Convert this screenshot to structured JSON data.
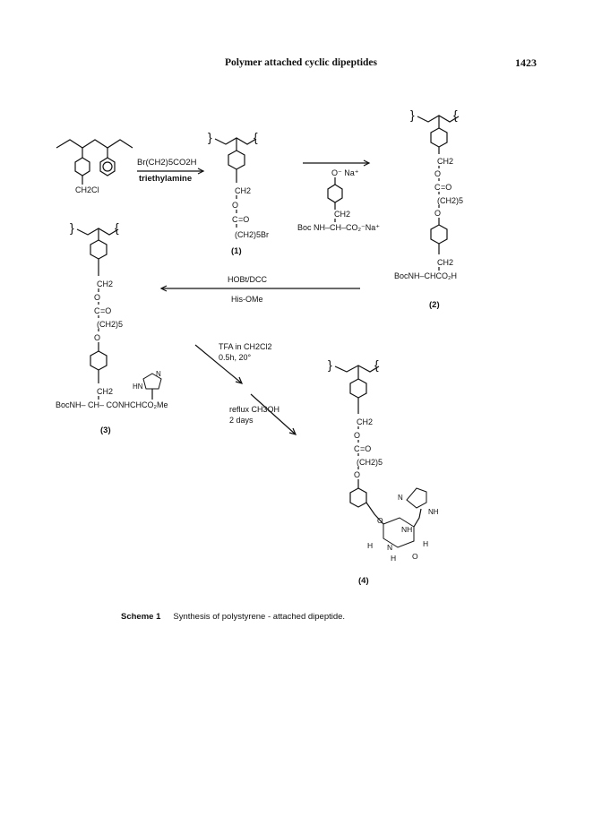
{
  "header": {
    "title": "Polymer attached cyclic dipeptides",
    "page_number": "1423"
  },
  "scheme": {
    "start_material": {
      "substituent": "CH2Cl"
    },
    "reagents_step1": {
      "acid": "Br(CH2)5CO2H",
      "base": "triethylamine"
    },
    "compound1": {
      "label": "(1)",
      "ch2": "CH2",
      "o": "O",
      "c": "C",
      "eq_o": "=O",
      "chain": "(CH2)5Br"
    },
    "reagent_step2": {
      "phenoxide": "O⁻ Na⁺",
      "ch2": "CH2",
      "boc_line": "Boc NH–CH–CO₂⁻Na⁺"
    },
    "compound2": {
      "label": "(2)",
      "ch2_top": "CH2",
      "o_top": "O",
      "c": "C",
      "eq_o": "=O",
      "chain": "(CH2)5",
      "o_bottom": "O",
      "ch2_bottom": "CH2",
      "boc_line": "BocNH–CHCO₂H"
    },
    "reagents_step3": {
      "top": "HOBt/DCC",
      "bottom": "His-OMe"
    },
    "compound3": {
      "label": "(3)",
      "ch2_top": "CH2",
      "o_top": "O",
      "c": "C",
      "eq_o": "=O",
      "chain": "(CH2)5",
      "o_bottom": "O",
      "ch2_bottom": "CH2",
      "boc_line": "BocNH– CH– CONHCHCO₂Me",
      "imid_n": "N",
      "imid_hn": "HN"
    },
    "reagents_step4": {
      "line1": "TFA in CH2Cl2",
      "line2": "0.5h, 20°"
    },
    "reagents_step5": {
      "line1": "reflux  CH3OH",
      "line2": "2 days"
    },
    "compound4": {
      "label": "(4)",
      "ch2": "CH2",
      "o_top": "O",
      "c": "C",
      "eq_o": "=O",
      "chain": "(CH2)5",
      "o_bottom": "O",
      "imid_n": "N",
      "imid_nh": "NH",
      "ring_o_top": "O",
      "ring_nh": "NH",
      "ring_n": "N",
      "ring_h": "H",
      "ring_h_left": "H",
      "ring_h_right": "H",
      "ring_o_bottom": "O"
    }
  },
  "caption": {
    "label": "Scheme 1",
    "text": "Synthesis of polystyrene - attached dipeptide."
  }
}
